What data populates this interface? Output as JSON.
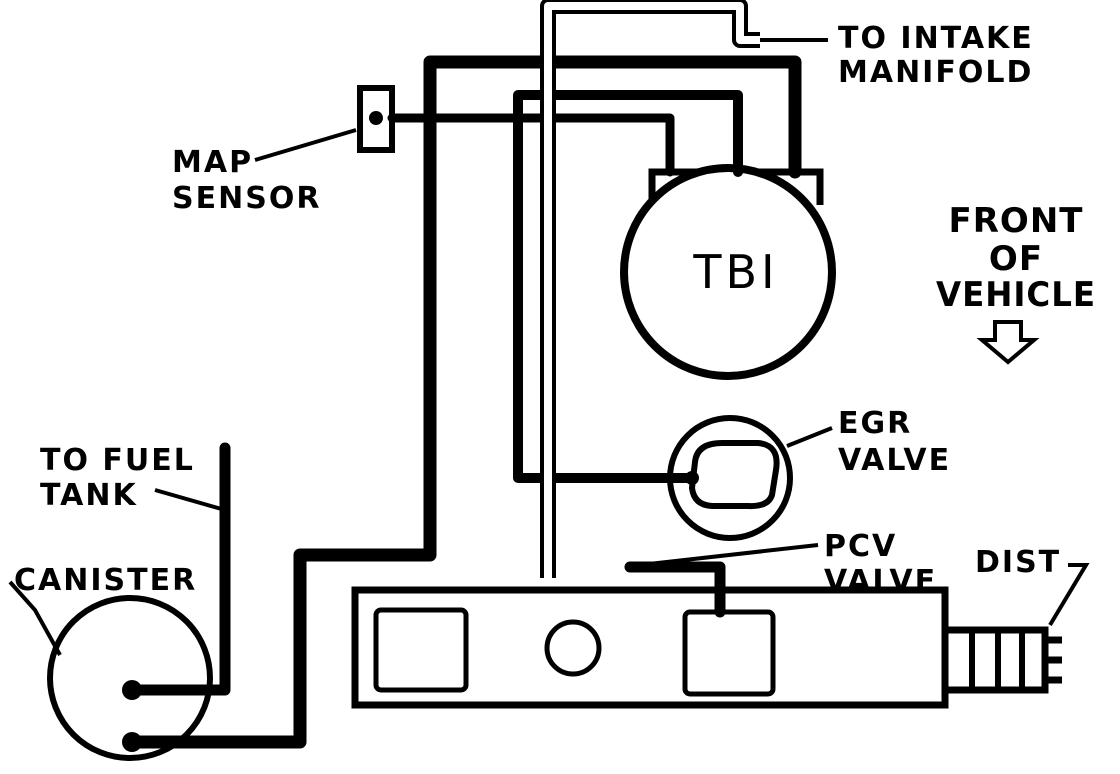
{
  "labels": {
    "intake": [
      "TO INTAKE",
      "MANIFOLD"
    ],
    "map_sensor": [
      "MAP",
      "SENSOR"
    ],
    "front": [
      "FRONT",
      "OF",
      "VEHICLE"
    ],
    "tbi": "TBI",
    "egr": [
      "EGR",
      "VALVE"
    ],
    "fuel_tank": [
      "TO FUEL",
      "TANK"
    ],
    "canister": "CANISTER",
    "pcv": [
      "PCV",
      "VALVE"
    ],
    "dist": "DIST"
  },
  "colors": {
    "ink": "#000000",
    "paper": "#ffffff"
  },
  "icons": {
    "front_arrow": "down-arrow-icon"
  }
}
